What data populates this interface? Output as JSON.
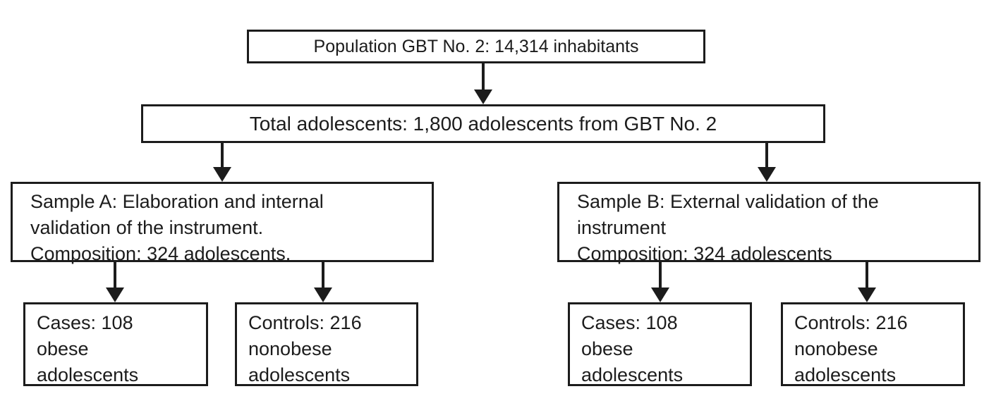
{
  "diagram": {
    "type": "flowchart",
    "colors": {
      "background": "#ffffff",
      "line": "#1c1c1c",
      "text": "#1c1c1c"
    },
    "nodes": {
      "population": {
        "text": "Population GBT No. 2: 14,314 inhabitants"
      },
      "total": {
        "text": "Total adolescents: 1,800 adolescents from GBT No. 2"
      },
      "sample_a": {
        "lines": [
          "Sample A: Elaboration and internal",
          "validation of the instrument.",
          "Composition: 324 adolescents."
        ]
      },
      "sample_b": {
        "lines": [
          "Sample B: External validation of the",
          "instrument",
          "Composition: 324 adolescents"
        ]
      },
      "cases_a": {
        "lines": [
          "Cases: 108",
          "obese",
          "adolescents"
        ]
      },
      "controls_a": {
        "lines": [
          "Controls: 216",
          "nonobese",
          "adolescents"
        ]
      },
      "cases_b": {
        "lines": [
          "Cases: 108",
          "obese",
          "adolescents"
        ]
      },
      "controls_b": {
        "lines": [
          "Controls: 216",
          "nonobese",
          "adolescents"
        ]
      }
    },
    "edges": [
      {
        "from": "population",
        "to": "total"
      },
      {
        "from": "total",
        "to": "sample_a"
      },
      {
        "from": "total",
        "to": "sample_b"
      },
      {
        "from": "sample_a",
        "to": "cases_a"
      },
      {
        "from": "sample_a",
        "to": "controls_a"
      },
      {
        "from": "sample_b",
        "to": "cases_b"
      },
      {
        "from": "sample_b",
        "to": "controls_b"
      }
    ]
  }
}
